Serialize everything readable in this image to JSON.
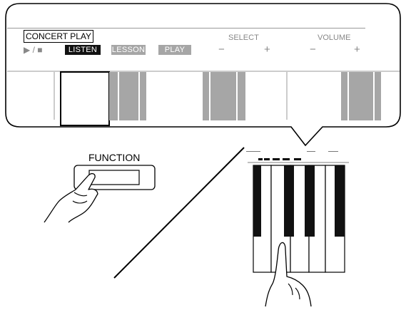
{
  "panel": {
    "concert_play": "CONCERT PLAY",
    "play_stop": "▶ / ■",
    "listen": "LISTEN",
    "lesson": "LESSON",
    "play": "PLAY",
    "select": "SELECT",
    "volume": "VOLUME",
    "minus": "−",
    "plus": "+"
  },
  "function_button": {
    "label": "FUNCTION"
  },
  "colors": {
    "outline": "#000000",
    "key_gray": "#a6a6a6",
    "listen_bg": "#111111"
  }
}
